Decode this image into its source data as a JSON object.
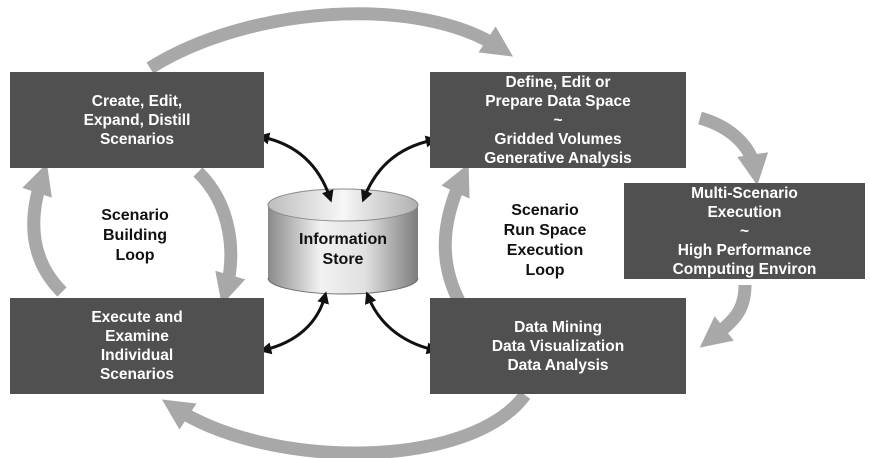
{
  "boxes": {
    "scenario_create": [
      "Create, Edit,",
      "Expand, Distill",
      "Scenarios"
    ],
    "data_space": [
      "Define, Edit or",
      "Prepare Data Space",
      "~",
      "Gridded Volumes",
      "Generative Analysis"
    ],
    "multi_scenario": [
      "Multi-Scenario",
      "Execution",
      "~",
      "High Performance",
      "Computing Environ"
    ],
    "data_mining": [
      "Data Mining",
      "Data Visualization",
      "Data Analysis"
    ],
    "execute_examine": [
      "Execute and",
      "Examine",
      "Individual",
      "Scenarios"
    ]
  },
  "loops": {
    "scenario_building": [
      "Scenario",
      "Building",
      "Loop"
    ],
    "run_space": [
      "Scenario",
      "Run Space",
      "Execution",
      "Loop"
    ]
  },
  "store": [
    "Information",
    "Store"
  ],
  "colors": {
    "box_fill": "#505050",
    "box_text": "#ffffff",
    "loop_arrow": "#a8a8a8",
    "double_arrow": "#111111"
  }
}
